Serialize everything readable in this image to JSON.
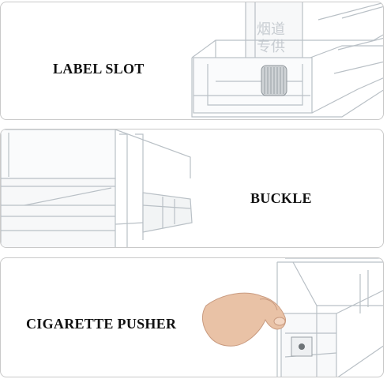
{
  "panels": [
    {
      "caption": "LABEL SLOT",
      "illustration": "acrylic-label-slot-closeup"
    },
    {
      "caption": "BUCKLE",
      "illustration": "acrylic-buckle-side-view"
    },
    {
      "caption": "CIGARETTE PUSHER",
      "illustration": "hand-pulling-pusher"
    }
  ],
  "colors": {
    "panel_border": "#c9c9c9",
    "caption_text": "#111111",
    "acrylic_edge": "#b9c0c6",
    "skin": "#e9c2a6"
  }
}
